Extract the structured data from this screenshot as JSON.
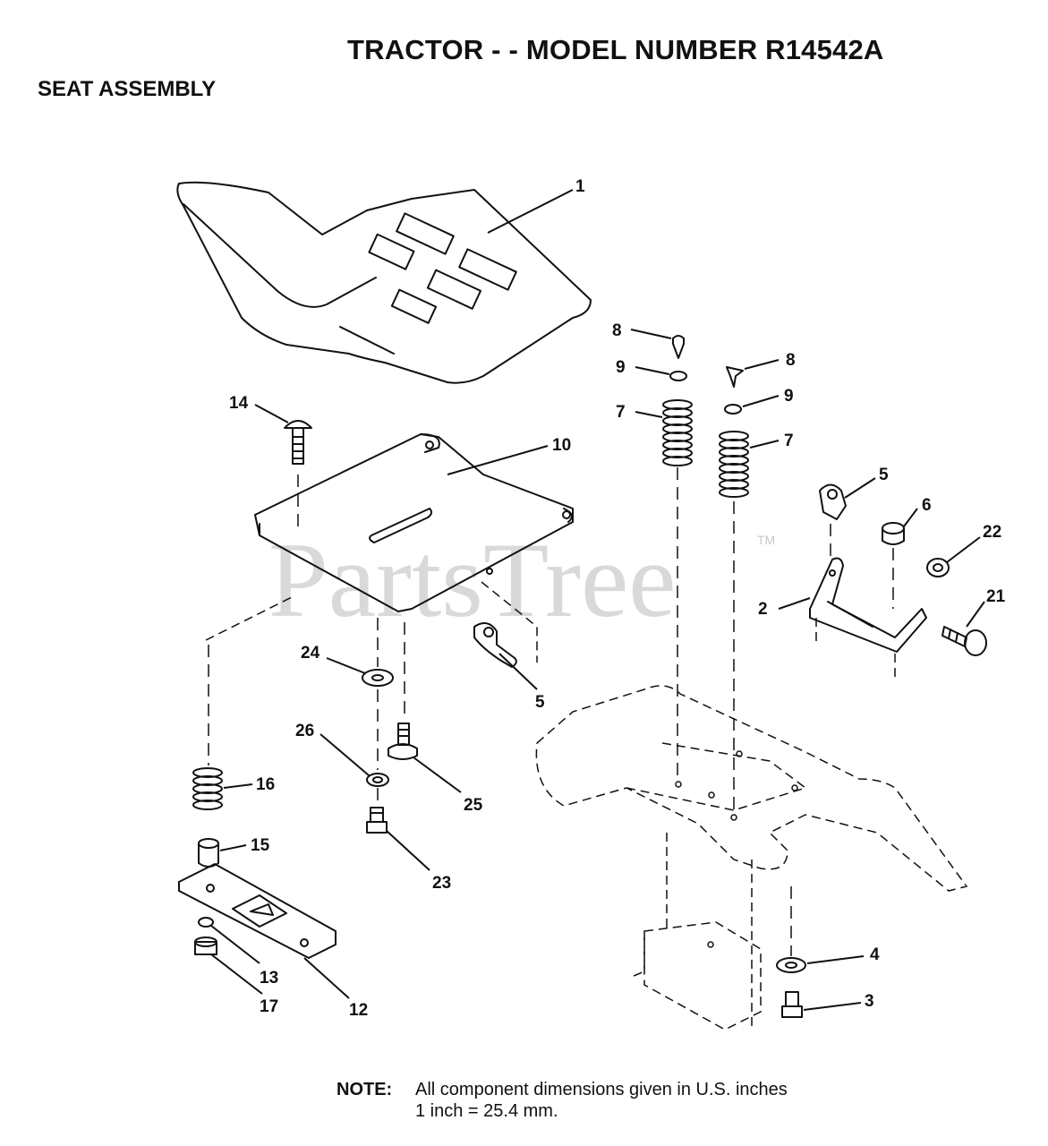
{
  "header": {
    "title": "TRACTOR - - MODEL NUMBER R14542A",
    "section": "SEAT ASSEMBLY"
  },
  "watermark": {
    "brand": "PartsTree",
    "trademark": "TM"
  },
  "parts": {
    "p1": "1",
    "p2": "2",
    "p3": "3",
    "p4": "4",
    "p5": "5",
    "p6": "6",
    "p7": "7",
    "p8": "8",
    "p9": "9",
    "p10": "10",
    "p12": "12",
    "p13": "13",
    "p14": "14",
    "p15": "15",
    "p16": "16",
    "p17": "17",
    "p21": "21",
    "p22": "22",
    "p23": "23",
    "p24": "24",
    "p25": "25",
    "p26": "26"
  },
  "note": {
    "label": "NOTE:",
    "line1": "All component dimensions given in U.S. inches",
    "line2": "1 inch = 25.4 mm."
  }
}
